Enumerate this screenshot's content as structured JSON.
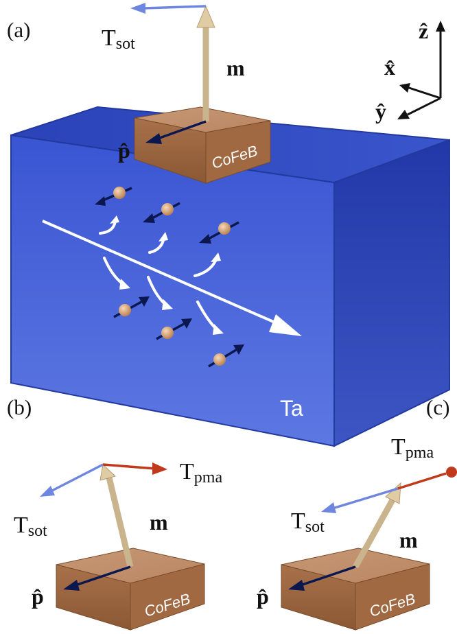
{
  "panels": {
    "a": {
      "panel_label": "(a)",
      "torque_label_main": "T",
      "torque_label_sub": "sot",
      "magnetization_label": "m",
      "polarization_label": "p̂",
      "ferromagnet_label": "CoFeB",
      "heavy_metal_label": "Ta",
      "axes": {
        "z": "ẑ",
        "x": "x̂",
        "y": "ŷ"
      }
    },
    "b": {
      "panel_label": "(b)",
      "pma_label_main": "T",
      "pma_label_sub": "pma",
      "sot_label_main": "T",
      "sot_label_sub": "sot",
      "magnetization_label": "m",
      "polarization_label": "p̂",
      "ferromagnet_label": "CoFeB"
    },
    "c": {
      "panel_label": "(c)",
      "pma_label_main": "T",
      "pma_label_sub": "pma",
      "sot_label_main": "T",
      "sot_label_sub": "sot",
      "magnetization_label": "m",
      "polarization_label": "p̂",
      "ferromagnet_label": "CoFeB"
    }
  },
  "colors": {
    "ta_block": "#2f48c8",
    "cofeb_block": "#a5704a",
    "magnetization_arrow": "#cdb896",
    "sot_arrow": "#6f86e0",
    "pma_arrow": "#c0391b",
    "spin_arrow": "#0b1850"
  }
}
